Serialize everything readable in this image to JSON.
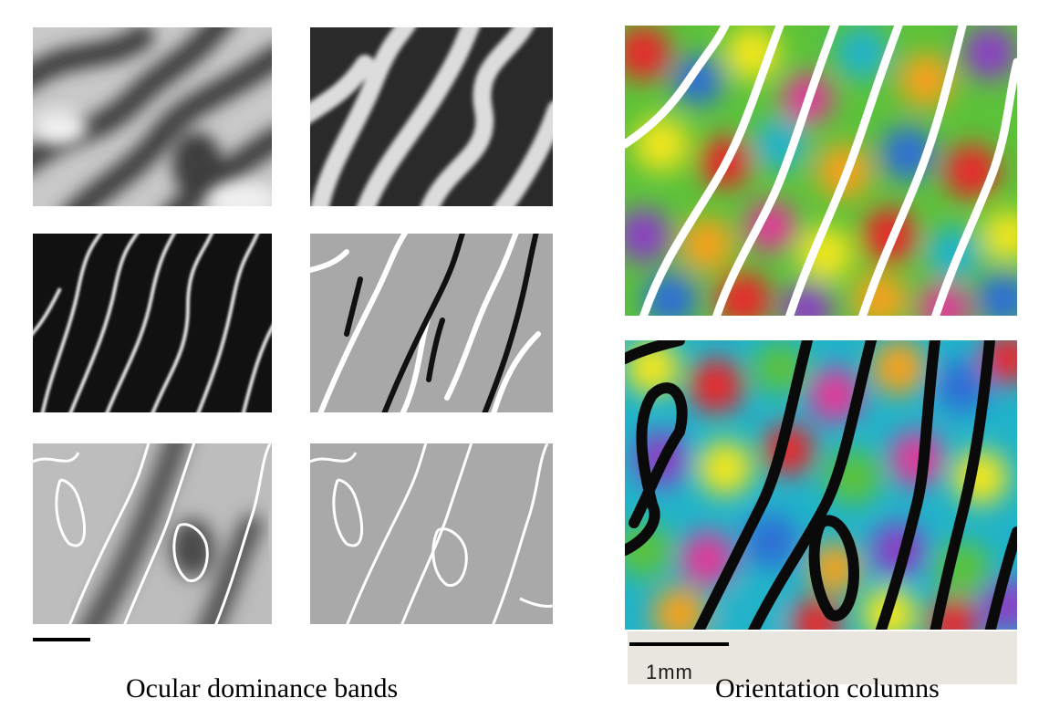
{
  "figure": {
    "left_caption": "Ocular dominance bands",
    "right_caption": "Orientation columns",
    "scale_label": "1mm",
    "colors": {
      "background": "#ffffff",
      "dark_band": "#1c1c1c",
      "light_band": "#e8e8e8",
      "mid_gray": "#a8a8a8",
      "orientation_hues": [
        "#e8262b",
        "#f4a21c",
        "#f2e61b",
        "#5cc23a",
        "#20b3c9",
        "#2f6ed6",
        "#8a3fc4",
        "#e03a9a"
      ]
    }
  }
}
